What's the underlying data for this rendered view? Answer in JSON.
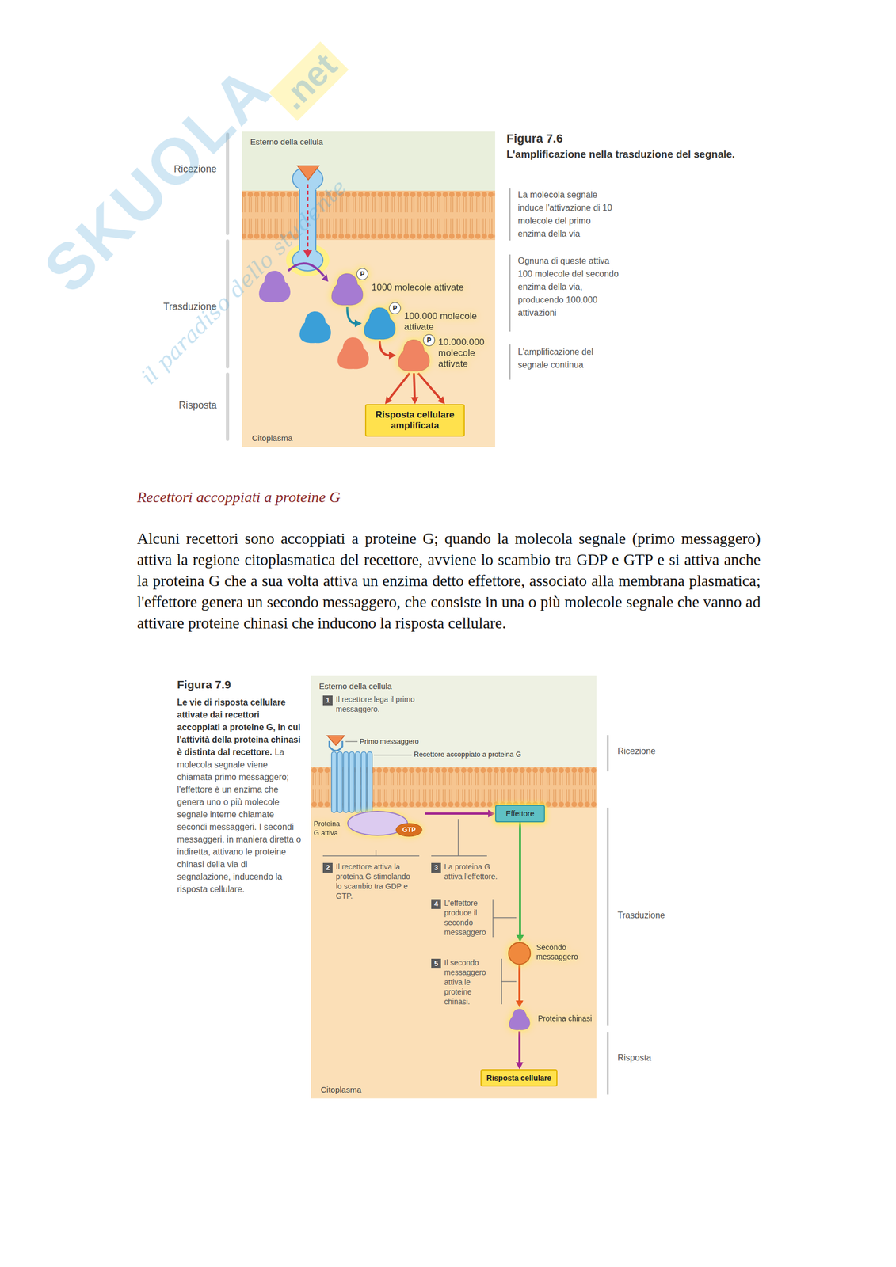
{
  "diagram": {
    "nodes": [
      {
        "text": [
          "Esterno della cellula",
          "Citoplasma"
        ]
      },
      {
        "text": [
          "P",
          "1000 molecole attivate"
        ],
        "in": 0
      },
      {
        "text": [
          "P",
          "100.000 molecole attivate"
        ],
        "in": 0
      },
      {
        "text": [
          "P",
          "10.000.000 molecole attivate"
        ],
        "in": 0
      },
      {
        "text": [
          "Risposta cellulare amplificata"
        ],
        "in": 0
      },
      {
        "text": [
          "Esterno della cellula",
          "Citoplasma"
        ]
      },
      {
        "text": [
          "Proteina G attiva",
          "GTP"
        ],
        "in": 5
      },
      {
        "text": [
          "Effettore"
        ],
        "in": 5
      },
      {
        "text": [
          "Secondo messaggero"
        ],
        "in": 5
      },
      {
        "text": [
          "Proteina chinasi"
        ],
        "in": 5
      },
      {
        "text": [
          "Risposta cellulare"
        ],
        "in": 5
      }
    ],
    "edges": [
      {
        "from": 1,
        "to": 2,
        "arrow": "to"
      },
      {
        "from": 2,
        "to": 3,
        "arrow": "to"
      },
      {
        "from": 3,
        "to": 4,
        "arrow": "to"
      },
      {
        "from": 3,
        "to": 4,
        "arrow": "to"
      },
      {
        "from": 3,
        "to": 4,
        "arrow": "to"
      },
      {
        "from": 6,
        "to": 7,
        "arrow": "to"
      },
      {
        "from": 7,
        "to": 8,
        "arrow": "to"
      },
      {
        "from": 8,
        "to": 9,
        "arrow": "to"
      },
      {
        "from": 9,
        "to": 10,
        "arrow": "to"
      }
    ],
    "labels": [
      "SKUOLA",
      ".net",
      "il paradiso dello studente",
      "Ricezione",
      "Trasduzione",
      "Risposta",
      "Figura 7.6",
      "L'amplificazione nella trasduzione del segnale.",
      "La molecola segnale induce l'attivazione di 10 molecole del primo enzima della via",
      "Ognuna di queste attiva 100 molecole del secondo enzima della via, producendo 100.000 attivazioni",
      "L'amplificazione del segnale continua",
      "Recettori accoppiati a proteine G",
      "Alcuni recettori sono accoppiati a proteine G; quando la molecola segnale (primo messaggero) attiva la regione citoplasmatica del recettore, avviene lo scambio tra GDP e GTP e si attiva anche la proteina G che a sua volta attiva un enzima detto effettore, associato alla membrana plasmatica; l'effettore genera un secondo messaggero, che consiste in una o più molecole segnale che vanno ad attivare proteine chinasi che inducono la risposta cellulare.",
      "Figura 7.9",
      "Le vie di risposta cellulare attivate dai recettori accoppiati a proteine G, in cui l'attività della proteina chinasi è distinta dal recettore.",
      "La molecola segnale viene chiamata primo messaggero; l'effettore è un enzima che genera uno o più molecole segnale interne chiamate secondi messaggeri. I secondi messaggeri, in maniera diretta o indiretta, attivano le proteine chinasi della via di segnalazione, inducendo la risposta cellulare.",
      "1",
      "Il recettore lega il primo messaggero.",
      "Primo messaggero",
      "Recettore accoppiato a proteina G",
      "2",
      "Il recettore attiva la proteina G stimolando lo scambio tra GDP e GTP.",
      "3",
      "La proteina G attiva l'effettore.",
      "4",
      "L'effettore produce il secondo messaggero",
      "5",
      "Il secondo messaggero attiva le proteine chinasi.",
      "Ricezione",
      "Trasduzione",
      "Risposta"
    ]
  }
}
